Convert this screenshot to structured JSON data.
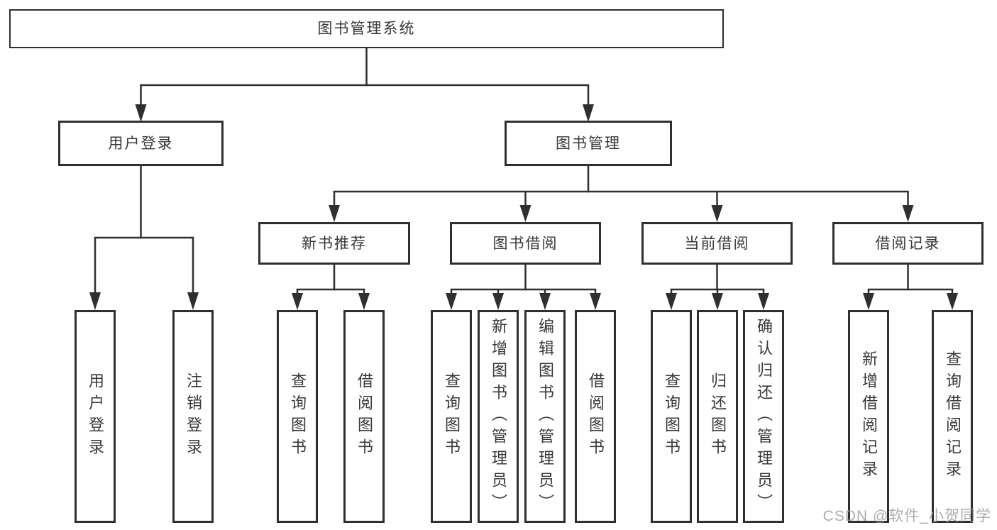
{
  "diagram": {
    "root": {
      "label": "图书管理系统"
    },
    "branches": [
      {
        "label": "用户登录",
        "children": [
          {
            "label": "用户登录"
          },
          {
            "label": "注销登录"
          }
        ]
      },
      {
        "label": "图书管理",
        "children": [
          {
            "label": "新书推荐",
            "children": [
              {
                "label": "查询图书"
              },
              {
                "label": "借阅图书"
              }
            ]
          },
          {
            "label": "图书借阅",
            "children": [
              {
                "label": "查询图书"
              },
              {
                "label": "新增图书（管理员）"
              },
              {
                "label": "编辑图书（管理员）"
              },
              {
                "label": "借阅图书"
              }
            ]
          },
          {
            "label": "当前借阅",
            "children": [
              {
                "label": "查询图书"
              },
              {
                "label": "归还图书"
              },
              {
                "label": "确认归还（管理员）"
              }
            ]
          },
          {
            "label": "借阅记录",
            "children": [
              {
                "label": "新增借阅记录"
              },
              {
                "label": "查询借阅记录"
              }
            ]
          }
        ]
      }
    ],
    "colors": {
      "line": "#2f2f2f",
      "box_border": "#2f2f2f",
      "text": "#383838",
      "watermark": "#9e9e9e",
      "background": "#ffffff"
    }
  },
  "watermark": {
    "text": "CSDN @软件_小贺同学"
  }
}
